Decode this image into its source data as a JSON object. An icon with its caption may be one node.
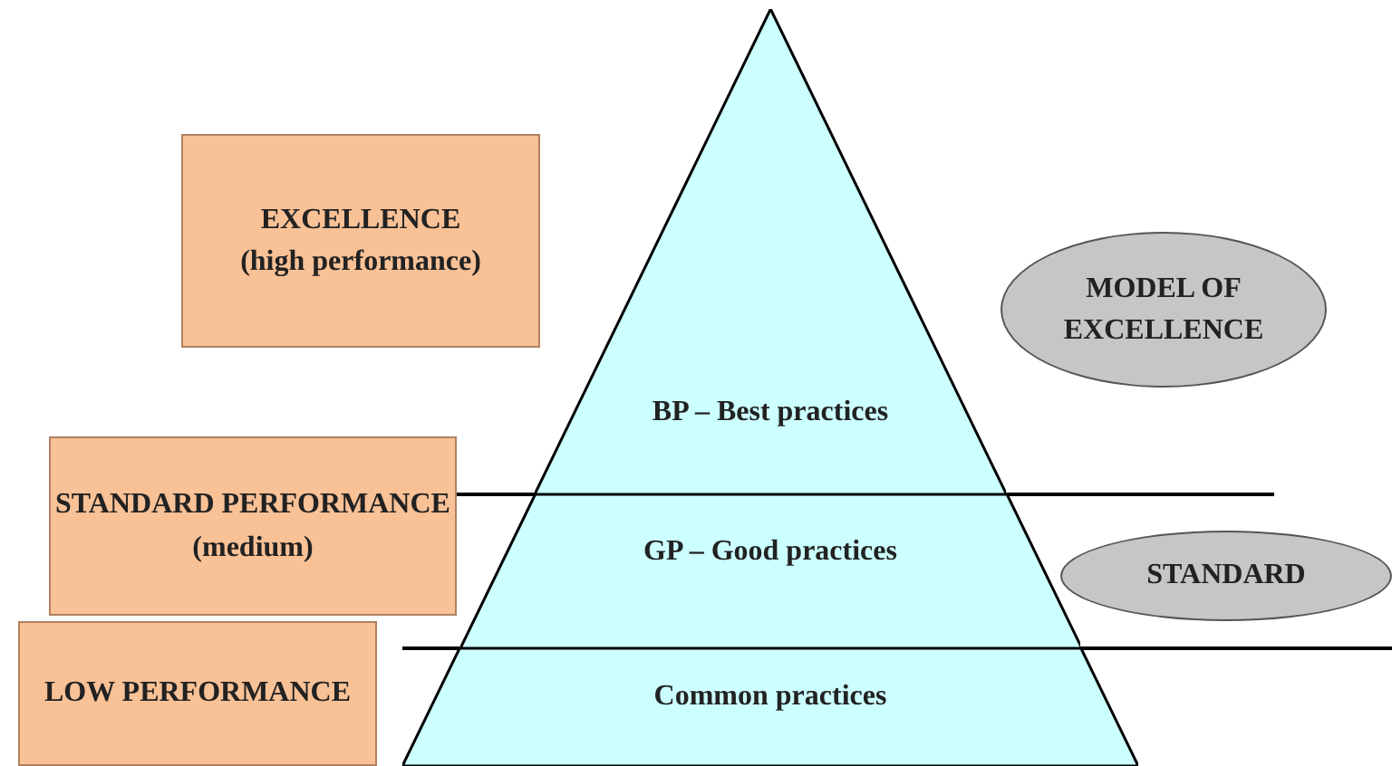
{
  "diagram": {
    "nodes": [
      {
        "text": [
          "EXCELLENCE",
          "(high performance)"
        ]
      },
      {
        "text": [
          "STANDARD PERFORMANCE",
          "(medium)"
        ]
      },
      {
        "text": [
          "LOW PERFORMANCE"
        ]
      },
      {
        "text": [
          "BP – Best practices"
        ]
      },
      {
        "text": [
          "GP – Good practices"
        ]
      },
      {
        "text": [
          "Common practices"
        ]
      },
      {
        "text": [
          "MODEL OF EXCELLENCE"
        ]
      },
      {
        "text": [
          "STANDARD"
        ]
      }
    ]
  }
}
